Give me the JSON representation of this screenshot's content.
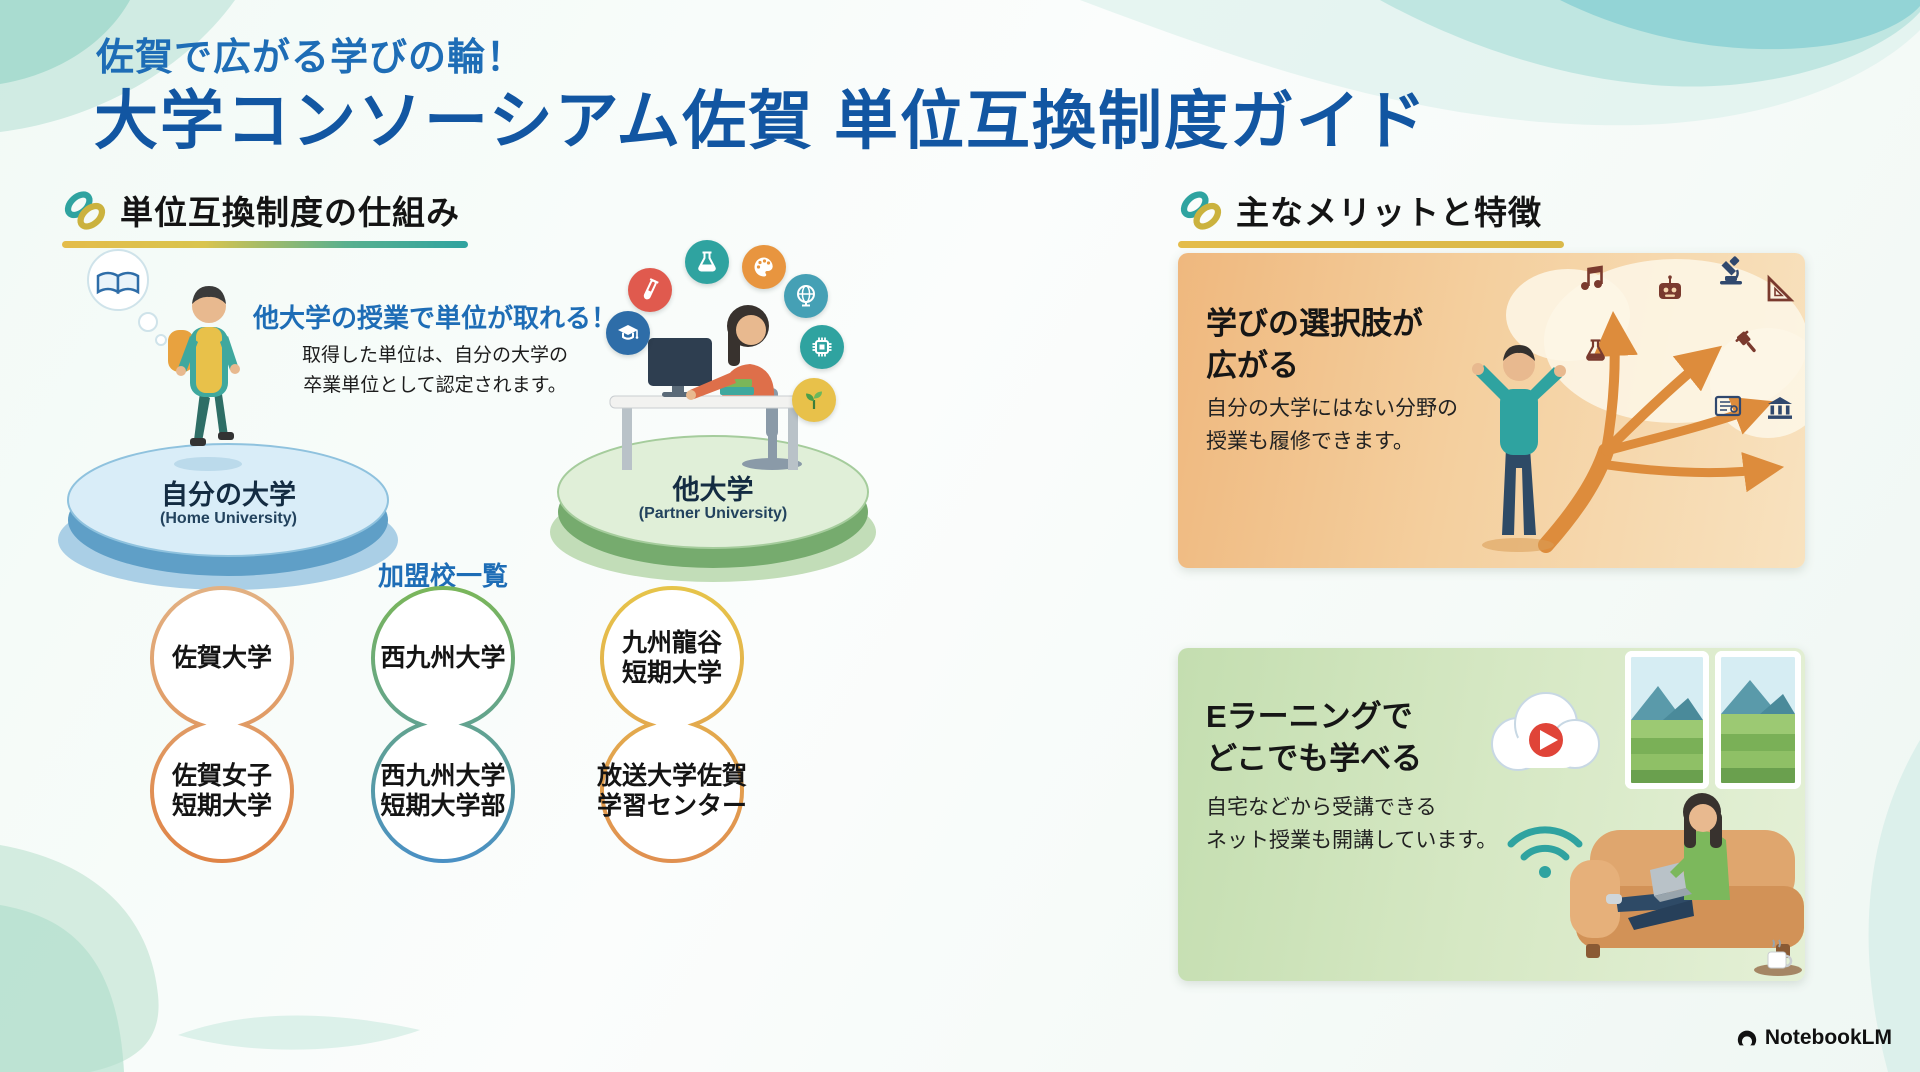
{
  "header": {
    "subtitle": "佐賀で広がる学びの輪！",
    "title": "大学コンソーシアム佐賀 単位互換制度ガイド"
  },
  "system_section": {
    "heading": "単位互換制度の仕組み",
    "callout_title": "他大学の授業で単位が取れる！",
    "callout_body": "取得した単位は、自分の大学の\n卒業単位として認定されます。",
    "home_university": {
      "name": "自分の大学",
      "en": "(Home University)"
    },
    "partner_university": {
      "name": "他大学",
      "en": "(Partner University)"
    },
    "membership": {
      "heading": "加盟校一覧",
      "pairs": [
        {
          "top": "佐賀大学",
          "bottom": "佐賀女子\n短期大学"
        },
        {
          "top": "西九州大学",
          "bottom": "西九州大学\n短期大学部"
        },
        {
          "top": "九州龍谷\n短期大学",
          "bottom": "放送大学佐賀\n学習センター"
        }
      ]
    }
  },
  "benefits_section": {
    "heading": "主なメリットと特徴",
    "cards": [
      {
        "title": "学びの選択肢が\n広がる",
        "body": "自分の大学にはない分野の\n授業も履修できます。"
      },
      {
        "title": "Eラーニングで\nどこでも学べる",
        "body": "自宅などから受講できる\nネット授業も開講しています。"
      }
    ]
  },
  "footer": {
    "brand": "NotebookLM"
  },
  "icons": {
    "section_marker": "chain-link-icon",
    "home_scene": [
      "thought-bubble-icon",
      "open-book-icon",
      "student-figure"
    ],
    "partner_scene": [
      "graduation-cap-icon",
      "test-tube-icon",
      "flask-icon",
      "palette-icon",
      "globe-icon",
      "chip-icon",
      "plant-icon",
      "student-at-desk-figure"
    ],
    "benefit_card_1": [
      "music-note-icon",
      "robot-icon",
      "microscope-icon",
      "set-square-icon",
      "gavel-icon",
      "flask-icon",
      "blueprint-icon",
      "bank-icon",
      "branching-arrows"
    ],
    "benefit_card_2": [
      "cloud-play-icon",
      "wifi-icon",
      "window-landscape",
      "couch",
      "laptop-icon",
      "coffee-cup-icon"
    ],
    "footer_logo": "notebooklm-logo"
  },
  "colors": {
    "title_blue": "#1256a2",
    "subtitle_blue": "#1e6db6",
    "accent_teal": "#2fa3a0",
    "accent_yellow": "#e4bc4a",
    "home_platform_blue": "#5f9fc7",
    "partner_platform_green": "#76ab6e",
    "card1_bg": "#efb87e",
    "card2_bg": "#c4deb0",
    "pair1_outline": "#df8446",
    "pair2_outline_top": "#7ab65a",
    "pair2_outline_bottom": "#4a90c4",
    "pair3_outline_top": "#e6c44a",
    "pair3_outline_bottom": "#e09050"
  }
}
